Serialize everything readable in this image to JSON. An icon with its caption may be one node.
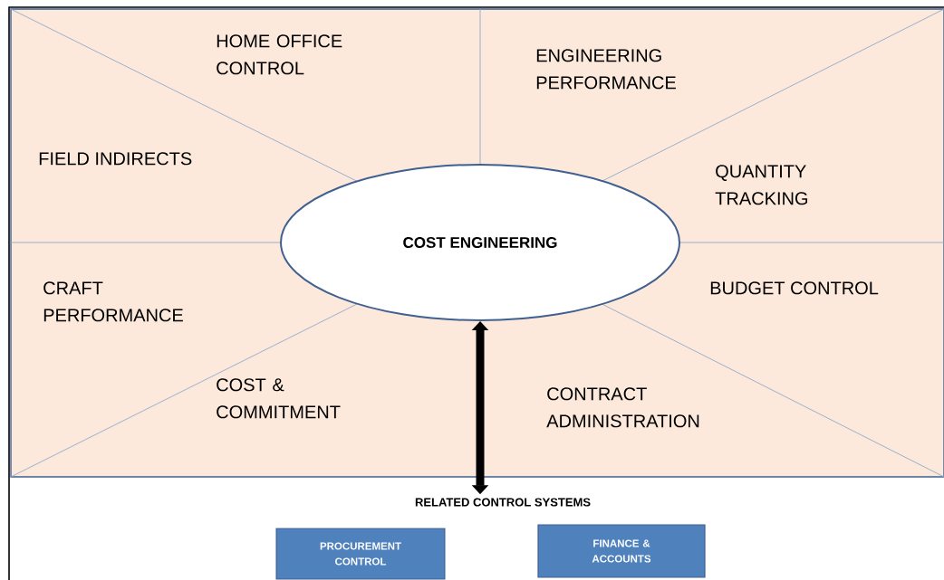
{
  "diagram": {
    "nodes": [
      {
        "text": [],
        "shape": "box"
      },
      {
        "text": [
          "COST ENGINEERING"
        ],
        "in": 0
      },
      {
        "text": [
          "RELATED CONTROL SYSTEMS"
        ]
      },
      {
        "text": [
          "PROCUREMENT CONTROL"
        ]
      },
      {
        "text": [
          "FINANCE & ACCOUNTS"
        ]
      }
    ],
    "edges": [
      {
        "from": 1,
        "to": 2,
        "arrow": "both"
      }
    ],
    "labels": [
      "HOME OFFICE CONTROL",
      "ENGINEERING PERFORMANCE",
      "FIELD INDIRECTS",
      "QUANTITY TRACKING",
      "CRAFT PERFORMANCE",
      "BUDGET CONTROL",
      "COST & COMMITMENT",
      "CONTRACT ADMINISTRATION"
    ]
  }
}
